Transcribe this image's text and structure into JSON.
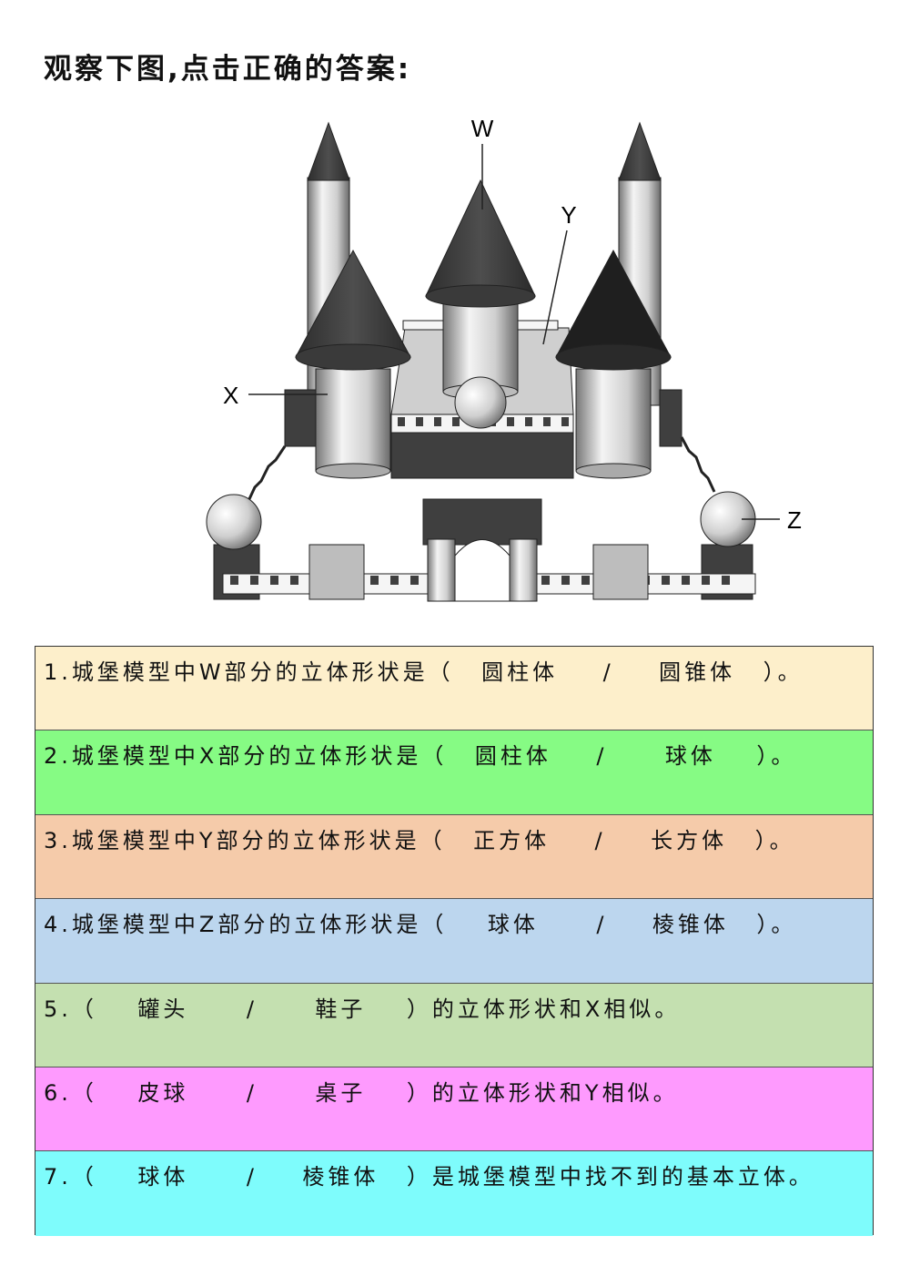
{
  "title": "观察下图,点击正确的答案:",
  "figure": {
    "labels": {
      "w": "W",
      "x": "X",
      "y": "Y",
      "z": "Z"
    },
    "colors": {
      "dark": "#3b3b3b",
      "mid": "#9a9a9a",
      "light": "#e6e6e6",
      "panel": "#c9c9c9"
    }
  },
  "questions": [
    {
      "num": "1.",
      "prefix": "城堡模型中W部分的立体形状是（",
      "option_a": "圆柱体",
      "sep": "/",
      "option_b": "圆锥体",
      "suffix": "）。",
      "bg": "#fdefcb"
    },
    {
      "num": "2.",
      "prefix": "城堡模型中X部分的立体形状是（",
      "option_a": "圆柱体",
      "sep": "/",
      "option_b": "球体",
      "suffix": "）。",
      "bg": "#86fb84"
    },
    {
      "num": "3.",
      "prefix": "城堡模型中Y部分的立体形状是（",
      "option_a": "正方体",
      "sep": "/",
      "option_b": "长方体",
      "suffix": "）。",
      "bg": "#f5cbaa"
    },
    {
      "num": "4.",
      "prefix": "城堡模型中Z部分的立体形状是（",
      "option_a": "球体",
      "sep": "/",
      "option_b": "棱锥体",
      "suffix": "）。",
      "bg": "#bcd6ee"
    },
    {
      "num": "5.",
      "prefix": "（",
      "option_a": "罐头",
      "sep": "/",
      "option_b": "鞋子",
      "suffix": "）的立体形状和X相似。",
      "bg": "#c4e0b0"
    },
    {
      "num": "6.",
      "prefix": "（",
      "option_a": "皮球",
      "sep": "/",
      "option_b": "桌子",
      "suffix": "）的立体形状和Y相似。",
      "bg": "#fe9afe"
    },
    {
      "num": "7.",
      "prefix": "（",
      "option_a": "球体",
      "sep": "/",
      "option_b": "棱锥体",
      "suffix": "）是城堡模型中找不到的基本立体。",
      "bg": "#7efcfc"
    }
  ]
}
